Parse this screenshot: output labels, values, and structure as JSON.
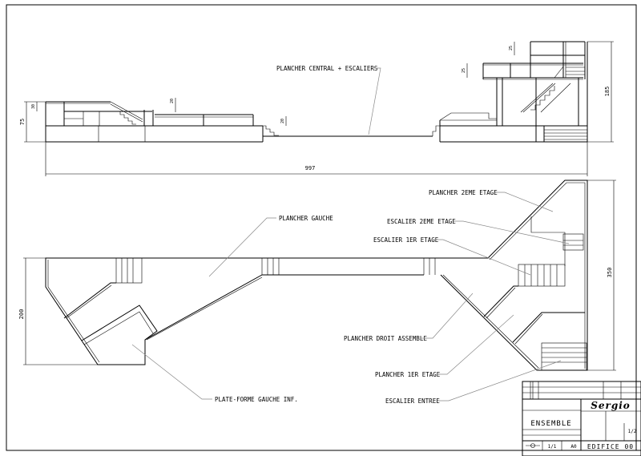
{
  "elevation": {
    "central_label": "PLANCHER CENTRAL + ESCALIERS",
    "dims": {
      "total_length": "997",
      "left_height": "75",
      "left_rail": "30",
      "left_step": "20",
      "center_step": "20",
      "right_height": "185",
      "rail_1": "25",
      "rail_2": "25"
    }
  },
  "plan": {
    "labels": {
      "plancher_2eme": "PLANCHER 2EME ETAGE",
      "escalier_2eme": "ESCALIER 2EME ETAGE",
      "escalier_1er": "ESCALIER 1ER ETAGE",
      "plancher_droit": "PLANCHER DROIT ASSEMBLE",
      "plancher_1er": "PLANCHER 1ER ETAGE",
      "escalier_entree": "ESCALIER ENTREE",
      "plancher_gauche": "PLANCHER GAUCHE",
      "plate_forme": "PLATE-FORME GAUCHE INF."
    },
    "dims": {
      "left_width": "200",
      "right_width": "350"
    }
  },
  "title_block": {
    "author": "Sergio",
    "title": "ENSEMBLE",
    "sheet": "1/2",
    "scale": "1/1",
    "format": "A0",
    "project": "EDIFICE 00"
  }
}
